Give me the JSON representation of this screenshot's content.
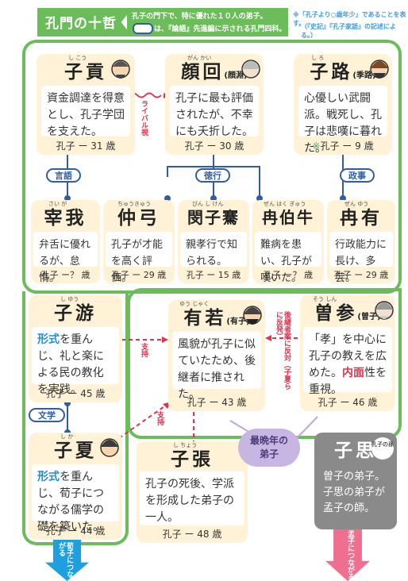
{
  "title": "孔門の十哲",
  "subtitle_line1": "孔子の門下で、特に優れた１０人の弟子。",
  "subtitle_line2": "は、『論語』先進編に示される孔門四科。",
  "note_line1": "※「孔子より○歳年少」であることを表す。",
  "note_line2": "（『史記』『孔子家語』の記述による。）",
  "rivalry_label": "ライバル視",
  "support_label": "支持",
  "successor_label": "後継者案に反対（子夏らに反発）",
  "latest_label": "最晩年の弟子",
  "groups": {
    "speech": "言語",
    "virtue": "徳行",
    "politics": "政事",
    "literature": "文学"
  },
  "disciples": [
    {
      "id": "zigong",
      "name": "子貢",
      "ruby": "し こう",
      "desc": "資金調達を得意とし、孔子学団を支えた。",
      "age": "孔子 ー 31 歳"
    },
    {
      "id": "yanhui",
      "name": "顔回",
      "alt": "(顔淵)",
      "ruby": "がん かい",
      "desc": "孔子に最も評価されたが、不幸にも夭折した。",
      "age": "孔子 ー 30 歳"
    },
    {
      "id": "zilu",
      "name": "子路",
      "alt": "(季路)",
      "ruby": "し ろ",
      "desc": "心優しい武闘派。戦死し、孔子は悲嘆に暮れた。",
      "age": "孔子 ー 9 歳"
    },
    {
      "id": "zaiwo",
      "name": "宰我",
      "ruby": "さい が",
      "desc": "弁舌に優れるが、怠惰。",
      "age": "孔子 ー？ 歳"
    },
    {
      "id": "zhonggong",
      "name": "仲弓",
      "ruby": "ちゅうきゅう",
      "desc": "孔子が才能を高く評価。",
      "age": "孔子 ー 29 歳"
    },
    {
      "id": "minziqian",
      "name": "閔子騫",
      "ruby": "びん し けん",
      "desc": "親孝行で知られる。",
      "age": "孔子 ー 15 歳"
    },
    {
      "id": "ranboniu",
      "name": "冉伯牛",
      "ruby": "ぜん はく ぎゅう",
      "desc": "難病を患い、孔子が嘆いた。",
      "age": "孔子 ー？ 歳"
    },
    {
      "id": "ranyou",
      "name": "冉有",
      "ruby": "ぜん ゆう",
      "desc": "行政能力に長け、多芸。",
      "age": "孔子 ー 29 歳"
    },
    {
      "id": "ziyou",
      "name": "子游",
      "ruby": "し ゆう",
      "desc_hl": "形式",
      "desc": "を重んじ、礼と楽による民の教化を実践。",
      "age": "孔子 ー 45 歳"
    },
    {
      "id": "youruo",
      "name": "有若",
      "alt": "(有子)",
      "ruby": "ゆう じゃく",
      "desc": "風貌が孔子に似ていたため、後継者に推された。",
      "age": "孔子 ー 43 歳"
    },
    {
      "id": "zengshen",
      "name": "曽参",
      "alt": "(曽子)",
      "ruby": "そう しん",
      "desc_a": "「孝」を中心に孔子の教えを広めた。",
      "desc_hl": "内面",
      "desc_b": "性を重視。",
      "age": "孔子 ー 46 歳"
    },
    {
      "id": "zixia",
      "name": "子夏",
      "ruby": "し か",
      "desc_hl": "形式",
      "desc": "を重んじ、荀子につながる儒学の礎を築いた。",
      "age": "孔子 ー 44 歳"
    },
    {
      "id": "zizhang",
      "name": "子張",
      "ruby": "し ちょう",
      "desc": "孔子の死後、学派を形成した弟子の一人。",
      "age": "孔子 ー 48 歳"
    },
    {
      "id": "zisi",
      "name": "子思",
      "badge": "孔子の孫",
      "desc": "曽子の弟子。子思の弟子が孟子の師。"
    }
  ],
  "arrow_left": "荀子につながる",
  "arrow_right": "孟子につながる",
  "colors": {
    "green": "#6bbd5a",
    "card": "#fff2d6",
    "blue": "#2f5da8",
    "red": "#e0334d",
    "cyan": "#1f9fe0",
    "pink": "#ee6f8f",
    "gray": "#8a8a8a",
    "purple": "#c8b6e2"
  }
}
